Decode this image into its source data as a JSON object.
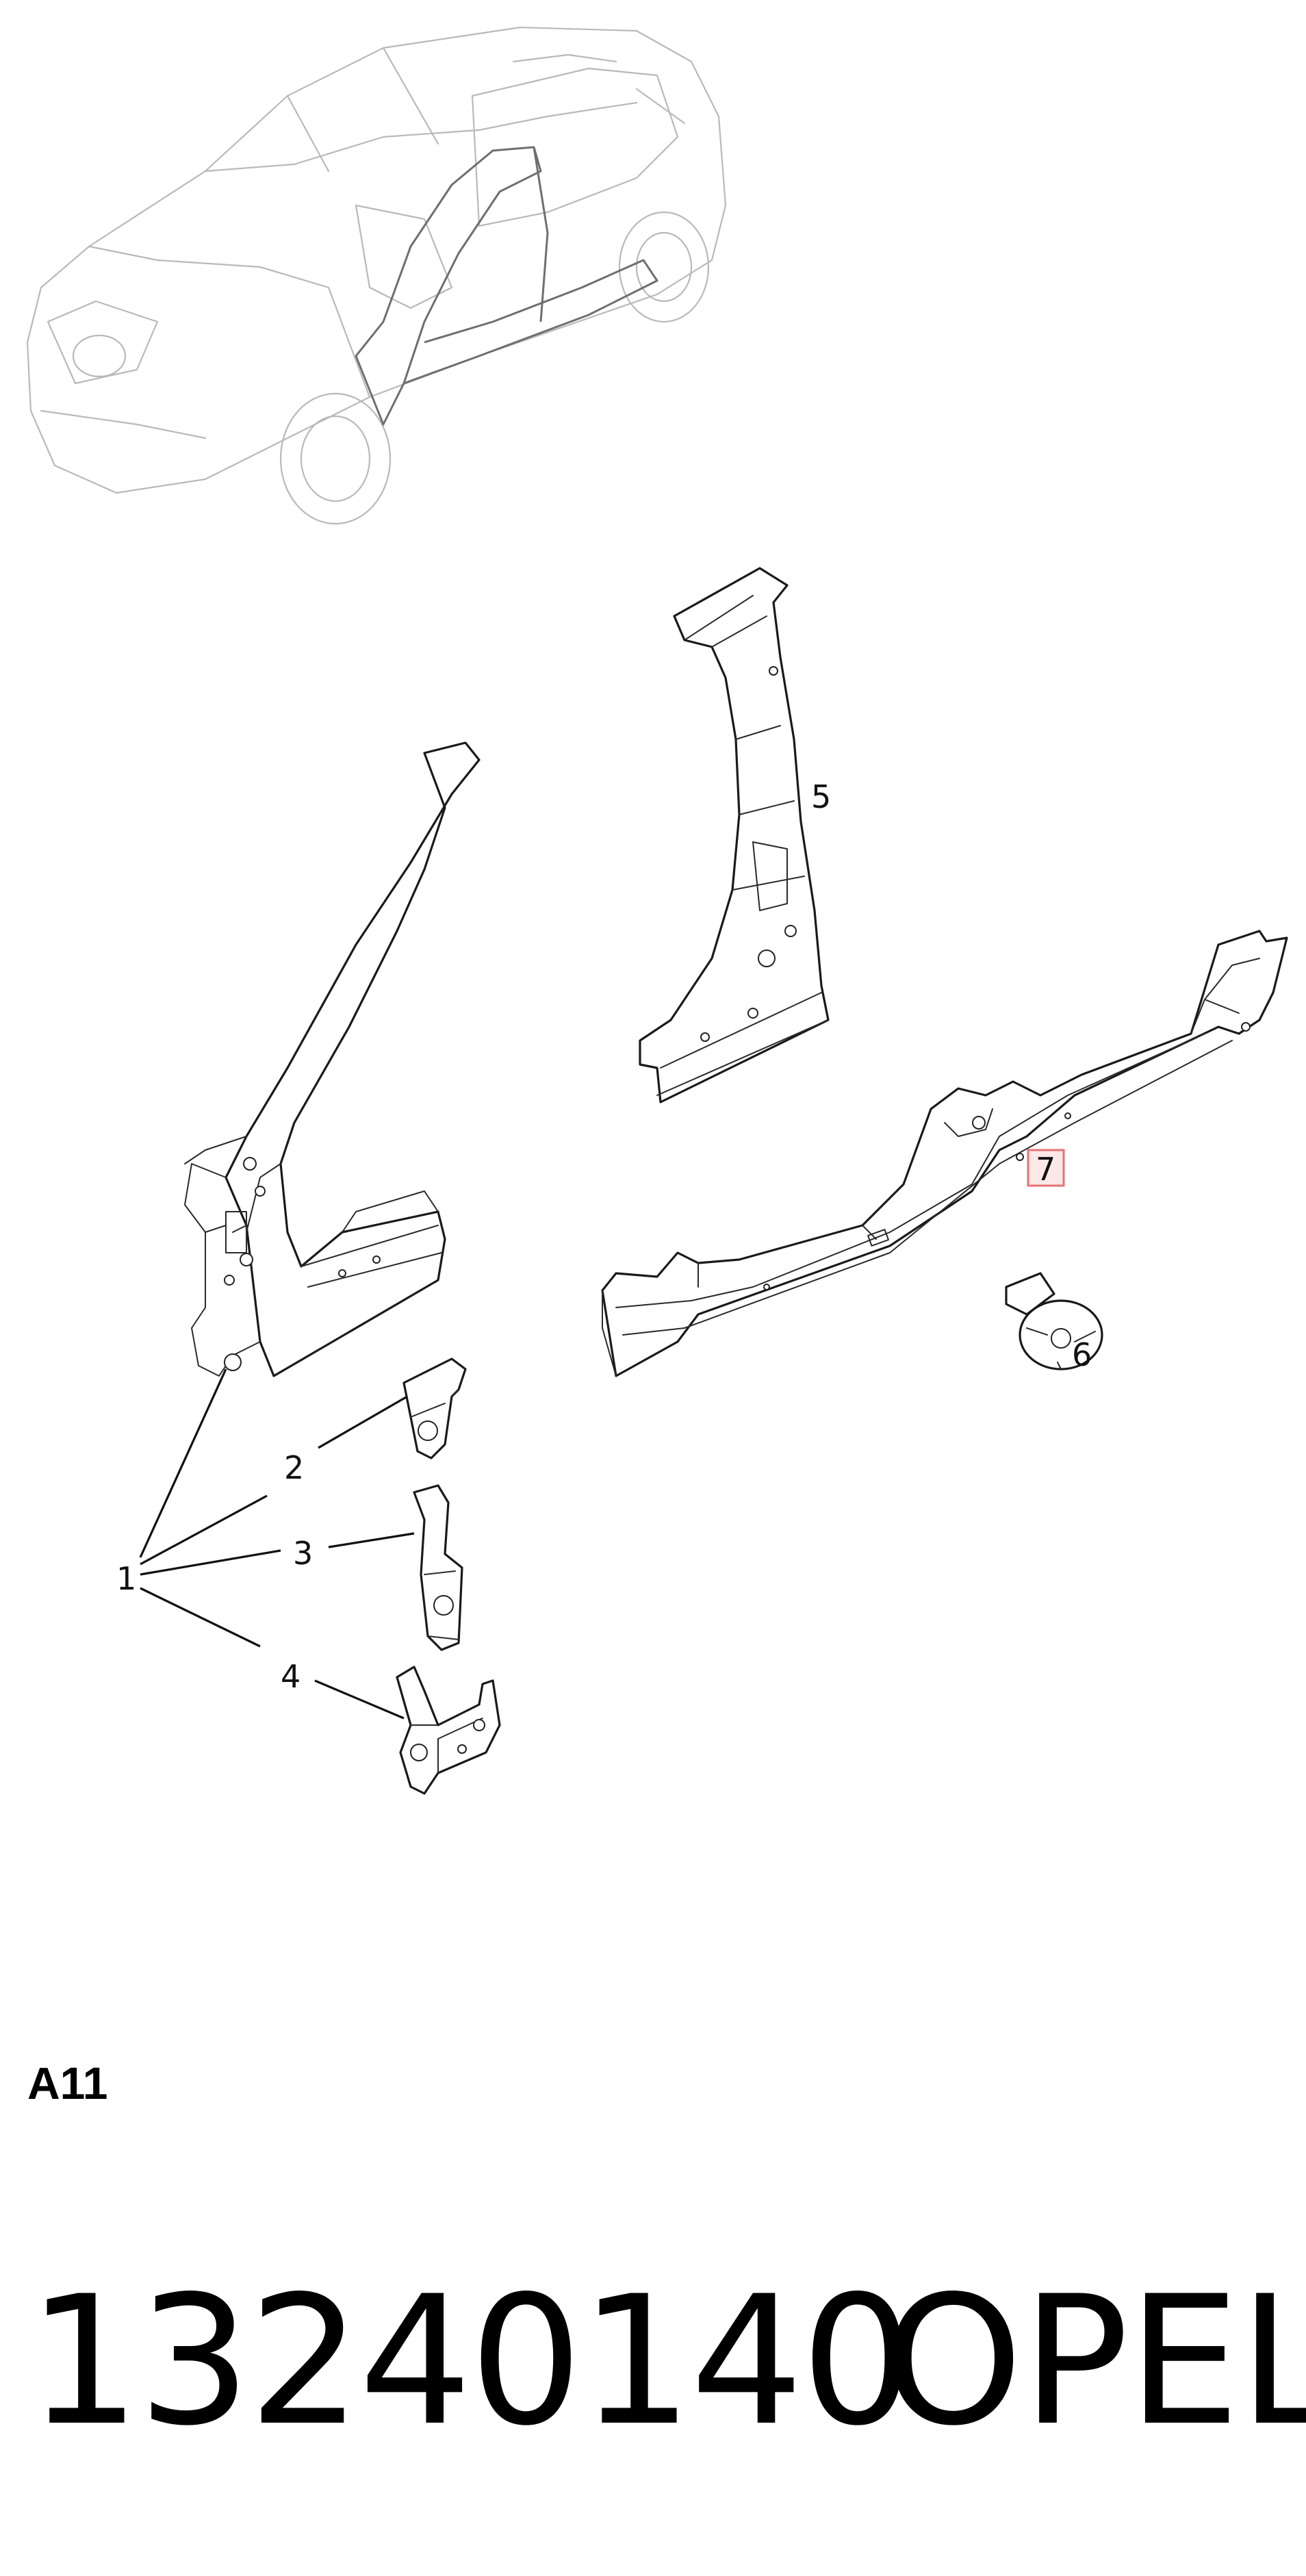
{
  "callouts": {
    "c1": "1",
    "c2": "2",
    "c3": "3",
    "c4": "4",
    "c5": "5",
    "c6": "6",
    "c7": "7"
  },
  "colors": {
    "highlight_box": "#e57373",
    "highlight_fill": "#fde8e8",
    "line": "#1a1a1a",
    "ghost_car": "#b9b9b9"
  },
  "section_code": "A11",
  "footer": {
    "part_number": "13240140",
    "brand": "OPEL"
  }
}
